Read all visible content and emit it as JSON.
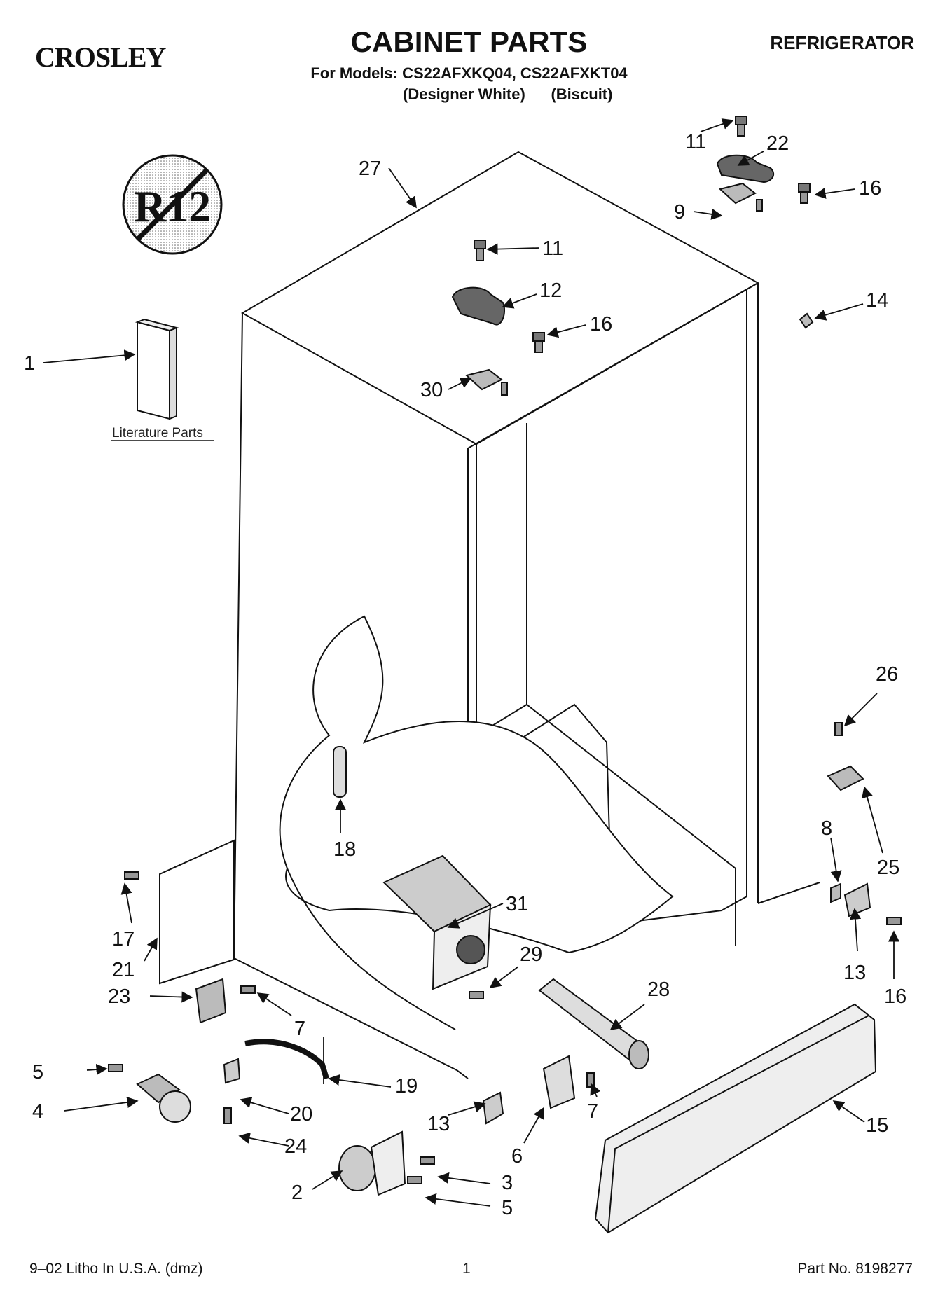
{
  "header": {
    "brand": "CROSLEY",
    "title": "CABINET PARTS",
    "subtitle": "For Models: CS22AFXKQ04, CS22AFXKT04",
    "variants": "(Designer White)      (Biscuit)",
    "category": "REFRIGERATOR"
  },
  "diagram": {
    "no_r12_badge": "R12",
    "literature_label": "Literature Parts",
    "callouts": {
      "c1": "1",
      "c2": "2",
      "c3": "3",
      "c4": "4",
      "c5a": "5",
      "c5b": "5",
      "c6": "6",
      "c7a": "7",
      "c7b": "7",
      "c8": "8",
      "c9": "9",
      "c11a": "11",
      "c11b": "11",
      "c12": "12",
      "c13a": "13",
      "c13b": "13",
      "c14": "14",
      "c15": "15",
      "c16a": "16",
      "c16b": "16",
      "c16c": "16",
      "c17": "17",
      "c18": "18",
      "c19": "19",
      "c20": "20",
      "c21": "21",
      "c22": "22",
      "c23": "23",
      "c24": "24",
      "c25": "25",
      "c26": "26",
      "c27": "27",
      "c28": "28",
      "c29": "29",
      "c30": "30",
      "c31": "31"
    }
  },
  "footer": {
    "left": "9–02 Litho In U.S.A. (dmz)",
    "center": "1",
    "right": "Part No. 8198277"
  }
}
